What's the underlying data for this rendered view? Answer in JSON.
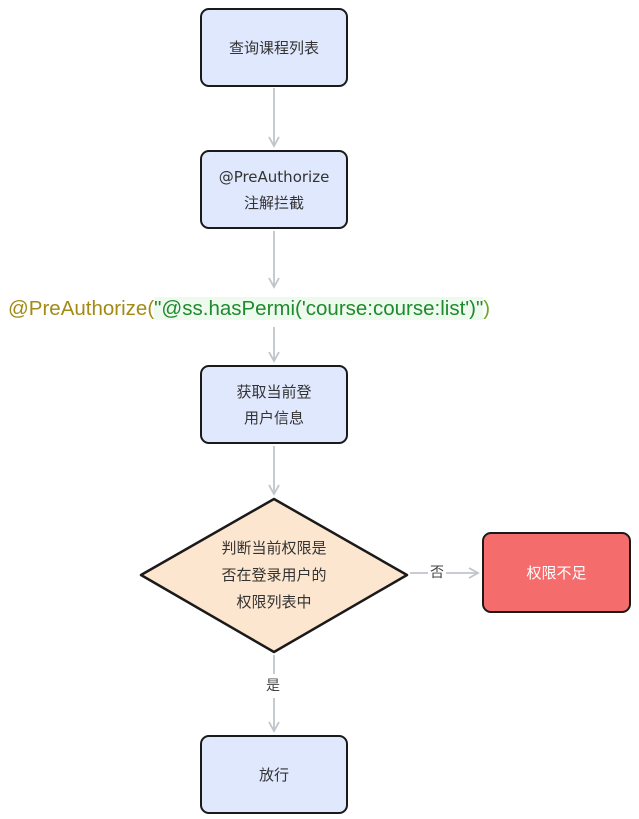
{
  "diagram": {
    "type": "flowchart",
    "nodes": {
      "query_courses": {
        "lines": [
          "查询课程列表"
        ]
      },
      "preauthorize": {
        "lines": [
          "@PreAuthorize",
          "注解拦截"
        ]
      },
      "get_user": {
        "lines": [
          "获取当前登",
          "用户信息"
        ]
      },
      "decision": {
        "lines": [
          "判断当前权限是",
          "否在登录用户的",
          "权限列表中"
        ]
      },
      "denied": {
        "lines": [
          "权限不足"
        ]
      },
      "allow": {
        "lines": [
          "放行"
        ]
      }
    },
    "code_annotation": {
      "prefix": "@PreAuthorize(",
      "string": "\"@ss.hasPermi('course:course:list')\"",
      "suffix": ")"
    },
    "edge_labels": {
      "no": "否",
      "yes": "是"
    },
    "edges": [
      {
        "from": "query_courses",
        "to": "preauthorize"
      },
      {
        "from": "preauthorize",
        "to": "get_user"
      },
      {
        "from": "get_user",
        "to": "decision"
      },
      {
        "from": "decision",
        "to": "denied",
        "label": "否"
      },
      {
        "from": "decision",
        "to": "allow",
        "label": "是"
      }
    ],
    "colors": {
      "process_fill": "#e0e8fd",
      "decision_fill": "#fde6cf",
      "error_fill": "#f56c6c",
      "border": "#1a1a1a",
      "arrow": "#c0c4cc",
      "annotation": "#a28b14",
      "string": "#1f8a2e"
    }
  }
}
